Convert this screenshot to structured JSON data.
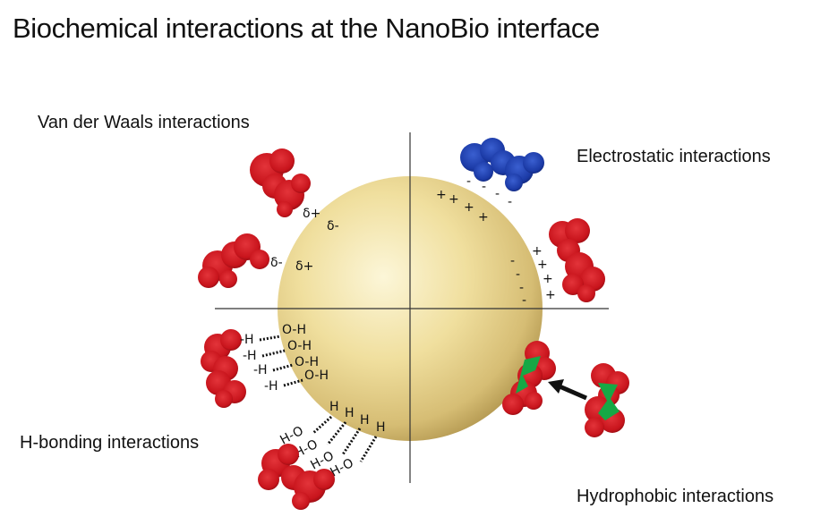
{
  "title": "Biochemical interactions at the NanoBio interface",
  "quadrant_labels": {
    "van_der_waals": "Van der Waals interactions",
    "electrostatic": "Electrostatic interactions",
    "h_bonding": "H-bonding interactions",
    "hydrophobic": "Hydrophobic interactions"
  },
  "dipole_marks": {
    "delta_plus": "δ+",
    "delta_minus": "δ-"
  },
  "charge_marks": {
    "plus": "+",
    "minus": "-"
  },
  "hbond_marks": {
    "surface_group": "O-H",
    "protein_group": "-H",
    "surface_h": "H",
    "protein_oh": "H-O"
  },
  "colors": {
    "sphere_light": "#fbf1c6",
    "sphere_mid": "#e8d48e",
    "sphere_dark": "#b89a4e",
    "protein_red": "#c8141c",
    "protein_blue": "#1b3aa6",
    "hydrophobic_green": "#16a845",
    "axis": "#333333"
  }
}
